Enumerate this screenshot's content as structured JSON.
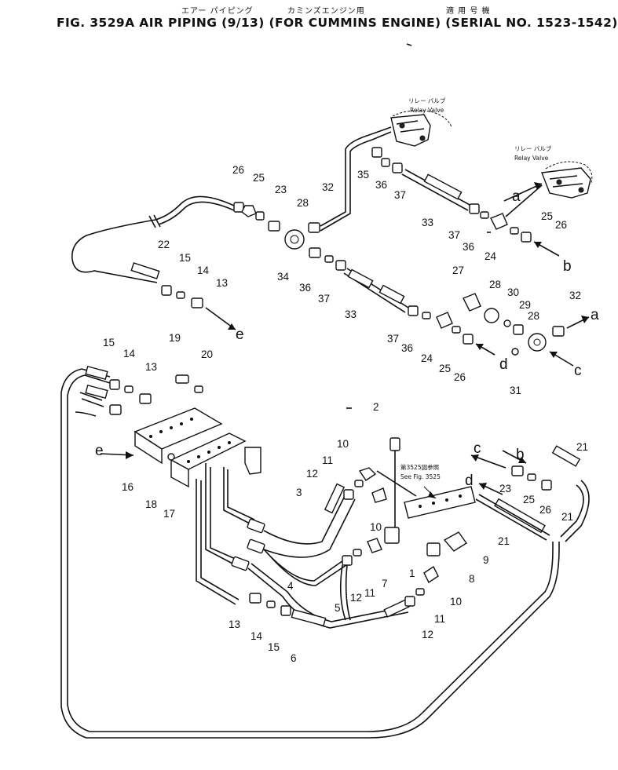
{
  "header": {
    "jp_air_piping": "エアー パイピング",
    "jp_cummins_engine": "カミンズエンジン用",
    "jp_applicable_serial": "適 用 号 機",
    "title": "FIG. 3529A  AIR PIPING (9/13) (FOR CUMMINS ENGINE) (SERIAL NO. 1523-1542)"
  },
  "notes": {
    "relay_valve_jp_1": "リレー バルブ",
    "relay_valve_en_1": "Relay Valve",
    "relay_valve_jp_2": "リレー バルブ",
    "relay_valve_en_2": "Relay Valve",
    "see_fig_jp": "第3525図参照",
    "see_fig_en": "See Fig. 3525"
  },
  "callouts": [
    {
      "id": "c26a",
      "text": "26"
    },
    {
      "id": "c25a",
      "text": "25"
    },
    {
      "id": "c23a",
      "text": "23"
    },
    {
      "id": "c32a",
      "text": "32"
    },
    {
      "id": "c28a",
      "text": "28"
    },
    {
      "id": "c35",
      "text": "35"
    },
    {
      "id": "c36a",
      "text": "36"
    },
    {
      "id": "c37a",
      "text": "37"
    },
    {
      "id": "c33a",
      "text": "33"
    },
    {
      "id": "c37b",
      "text": "37"
    },
    {
      "id": "c36b",
      "text": "36"
    },
    {
      "id": "c24a",
      "text": "24"
    },
    {
      "id": "c25b",
      "text": "25"
    },
    {
      "id": "c26b",
      "text": "26"
    },
    {
      "id": "c22",
      "text": "22"
    },
    {
      "id": "c15a",
      "text": "15"
    },
    {
      "id": "c14a",
      "text": "14"
    },
    {
      "id": "c13a",
      "text": "13"
    },
    {
      "id": "c34",
      "text": "34"
    },
    {
      "id": "c36c",
      "text": "36"
    },
    {
      "id": "c37c",
      "text": "37"
    },
    {
      "id": "c33b",
      "text": "33"
    },
    {
      "id": "c27",
      "text": "27"
    },
    {
      "id": "c28b",
      "text": "28"
    },
    {
      "id": "c30",
      "text": "30"
    },
    {
      "id": "c29",
      "text": "29"
    },
    {
      "id": "c28c",
      "text": "28"
    },
    {
      "id": "c32b",
      "text": "32"
    },
    {
      "id": "c37d",
      "text": "37"
    },
    {
      "id": "c36d",
      "text": "36"
    },
    {
      "id": "c24b",
      "text": "24"
    },
    {
      "id": "c25c",
      "text": "25"
    },
    {
      "id": "c26c",
      "text": "26"
    },
    {
      "id": "c31",
      "text": "31"
    },
    {
      "id": "c15b",
      "text": "15"
    },
    {
      "id": "c14b",
      "text": "14"
    },
    {
      "id": "c13b",
      "text": "13"
    },
    {
      "id": "c19",
      "text": "19"
    },
    {
      "id": "c20",
      "text": "20"
    },
    {
      "id": "c2",
      "text": "2"
    },
    {
      "id": "c16",
      "text": "16"
    },
    {
      "id": "c18",
      "text": "18"
    },
    {
      "id": "c17",
      "text": "17"
    },
    {
      "id": "c10a",
      "text": "10"
    },
    {
      "id": "c11a",
      "text": "11"
    },
    {
      "id": "c12a",
      "text": "12"
    },
    {
      "id": "c3",
      "text": "3"
    },
    {
      "id": "c10b",
      "text": "10"
    },
    {
      "id": "c1",
      "text": "1"
    },
    {
      "id": "c4",
      "text": "4"
    },
    {
      "id": "c12b",
      "text": "12"
    },
    {
      "id": "c11b",
      "text": "11"
    },
    {
      "id": "c7",
      "text": "7"
    },
    {
      "id": "c5",
      "text": "5"
    },
    {
      "id": "c8",
      "text": "8"
    },
    {
      "id": "c9",
      "text": "9"
    },
    {
      "id": "c10c",
      "text": "10"
    },
    {
      "id": "c11c",
      "text": "11"
    },
    {
      "id": "c12c",
      "text": "12"
    },
    {
      "id": "c13c",
      "text": "13"
    },
    {
      "id": "c14c",
      "text": "14"
    },
    {
      "id": "c15c",
      "text": "15"
    },
    {
      "id": "c6",
      "text": "6"
    },
    {
      "id": "c23b",
      "text": "23"
    },
    {
      "id": "c25d",
      "text": "25"
    },
    {
      "id": "c26d",
      "text": "26"
    },
    {
      "id": "c21a",
      "text": "21"
    },
    {
      "id": "c21b",
      "text": "21"
    },
    {
      "id": "c21c",
      "text": "21"
    }
  ],
  "connection_letters": {
    "a1": "a",
    "b1": "b",
    "a2": "a",
    "c1": "c",
    "d1": "d",
    "e1": "e",
    "e2": "e",
    "c2": "c",
    "b2": "b",
    "d2": "d"
  }
}
